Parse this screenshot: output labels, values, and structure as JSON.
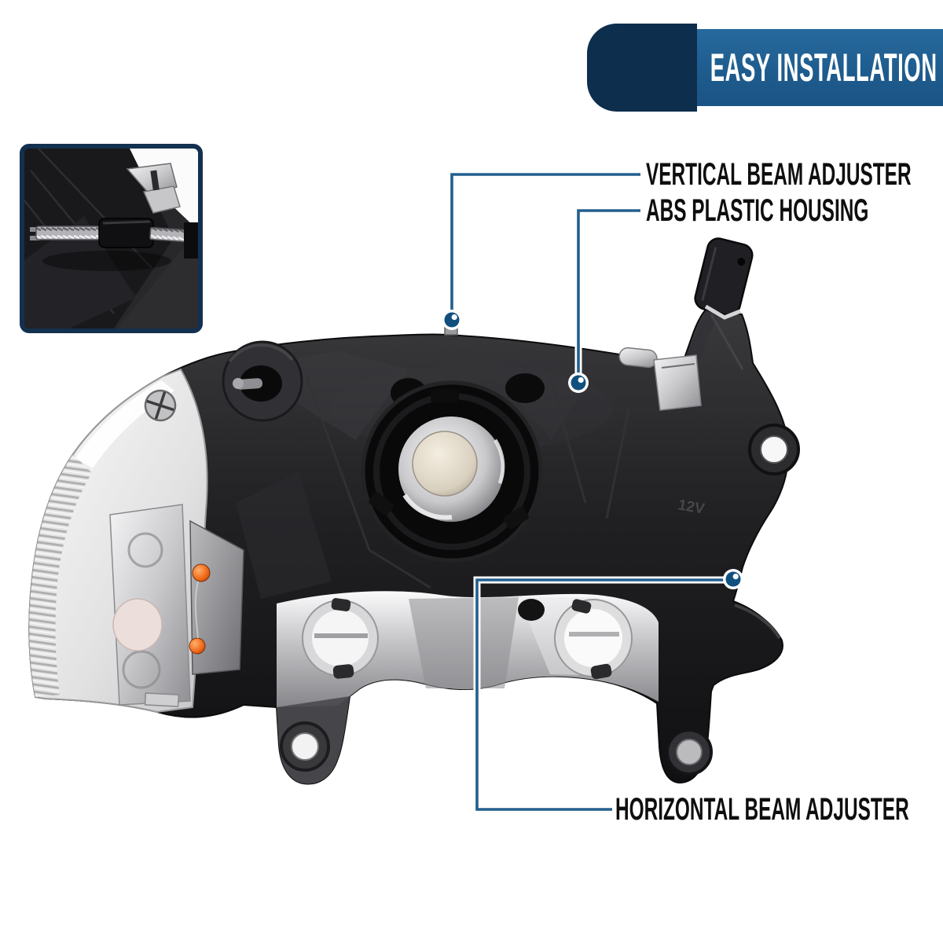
{
  "page": {
    "type": "product-feature-graphic",
    "background_color": "#ffffff"
  },
  "banner": {
    "label": "EASY INSTALLATION",
    "bg_color": "#1e5c8e",
    "shadow_color": "#0e2e4d",
    "text_color": "#ffffff"
  },
  "callouts": [
    {
      "label": "VERTICAL BEAM ADJUSTER"
    },
    {
      "label": "ABS PLASTIC HOUSING"
    },
    {
      "label": "HORIZONTAL BEAM ADJUSTER"
    }
  ],
  "leader_style": {
    "line_color": "#235f8e",
    "dot_color": "#11507e",
    "casing_color": "#ffffff",
    "text_color": "#0e0e0f"
  },
  "images": {
    "main": {
      "name": "headlight-housing-rear-view"
    },
    "inset": {
      "name": "beam-adjuster-screw-closeup",
      "border_color": "#14304f"
    }
  }
}
